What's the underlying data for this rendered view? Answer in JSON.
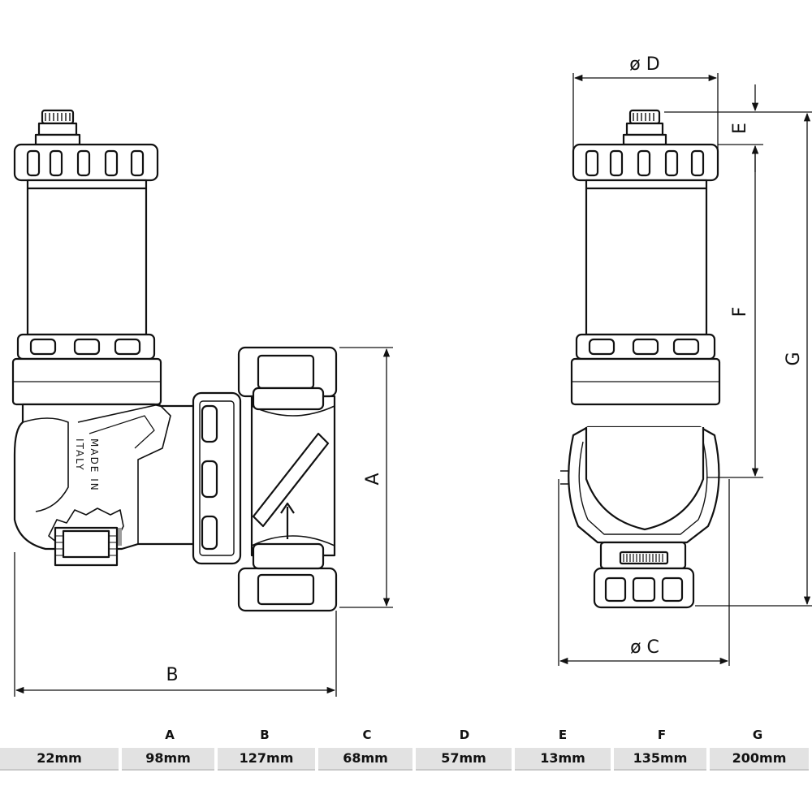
{
  "drawing": {
    "dimensions": {
      "A": "A",
      "B": "B",
      "C": "ø C",
      "D": "ø D",
      "E": "E",
      "F": "F",
      "G": "G"
    },
    "stamp_line1": "MADE IN",
    "stamp_line2": "ITALY"
  },
  "table": {
    "headers": [
      "",
      "A",
      "B",
      "C",
      "D",
      "E",
      "F",
      "G"
    ],
    "values": [
      "22mm",
      "98mm",
      "127mm",
      "68mm",
      "57mm",
      "13mm",
      "135mm",
      "200mm"
    ]
  }
}
